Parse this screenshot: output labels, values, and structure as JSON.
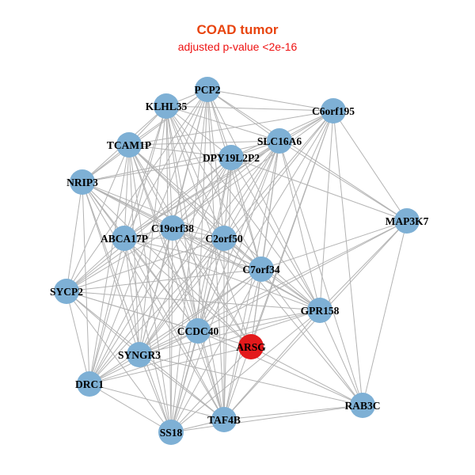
{
  "title": "COAD tumor",
  "subtitle": "adjusted p-value <2e-16",
  "colors": {
    "title": "#e8440f",
    "subtitle": "#ee1111",
    "node_default": "#7eb0d5",
    "node_highlight": "#e31a1c",
    "edge": "#b3b3b3",
    "label": "#000000"
  },
  "highlight_node": "ARSG",
  "nodes": [
    {
      "id": "PCP2"
    },
    {
      "id": "KLHL35"
    },
    {
      "id": "C6orf195"
    },
    {
      "id": "TCAM1P"
    },
    {
      "id": "SLC16A6"
    },
    {
      "id": "DPY19L2P2"
    },
    {
      "id": "NRIP3"
    },
    {
      "id": "MAP3K7"
    },
    {
      "id": "C19orf38"
    },
    {
      "id": "ABCA17P"
    },
    {
      "id": "C2orf50"
    },
    {
      "id": "C7orf34"
    },
    {
      "id": "SYCP2"
    },
    {
      "id": "GPR158"
    },
    {
      "id": "CCDC40"
    },
    {
      "id": "ARSG"
    },
    {
      "id": "SYNGR3"
    },
    {
      "id": "DRC1"
    },
    {
      "id": "RAB3C"
    },
    {
      "id": "TAF4B"
    },
    {
      "id": "SS18"
    }
  ],
  "edges": [
    [
      "PCP2",
      "KLHL35"
    ],
    [
      "PCP2",
      "C6orf195"
    ],
    [
      "PCP2",
      "SLC16A6"
    ],
    [
      "PCP2",
      "DPY19L2P2"
    ],
    [
      "PCP2",
      "TCAM1P"
    ],
    [
      "PCP2",
      "NRIP3"
    ],
    [
      "PCP2",
      "C19orf38"
    ],
    [
      "PCP2",
      "ABCA17P"
    ],
    [
      "PCP2",
      "C2orf50"
    ],
    [
      "PCP2",
      "C7orf34"
    ],
    [
      "PCP2",
      "CCDC40"
    ],
    [
      "PCP2",
      "SYNGR3"
    ],
    [
      "PCP2",
      "SS18"
    ],
    [
      "PCP2",
      "TAF4B"
    ],
    [
      "PCP2",
      "GPR158"
    ],
    [
      "PCP2",
      "MAP3K7"
    ],
    [
      "PCP2",
      "SYCP2"
    ],
    [
      "PCP2",
      "DRC1"
    ],
    [
      "KLHL35",
      "TCAM1P"
    ],
    [
      "KLHL35",
      "NRIP3"
    ],
    [
      "KLHL35",
      "SLC16A6"
    ],
    [
      "KLHL35",
      "DPY19L2P2"
    ],
    [
      "KLHL35",
      "C19orf38"
    ],
    [
      "KLHL35",
      "ABCA17P"
    ],
    [
      "KLHL35",
      "C2orf50"
    ],
    [
      "KLHL35",
      "C7orf34"
    ],
    [
      "KLHL35",
      "CCDC40"
    ],
    [
      "KLHL35",
      "SYNGR3"
    ],
    [
      "KLHL35",
      "SS18"
    ],
    [
      "KLHL35",
      "TAF4B"
    ],
    [
      "KLHL35",
      "ARSG"
    ],
    [
      "KLHL35",
      "GPR158"
    ],
    [
      "KLHL35",
      "C6orf195"
    ],
    [
      "KLHL35",
      "DRC1"
    ],
    [
      "C6orf195",
      "SLC16A6"
    ],
    [
      "C6orf195",
      "DPY19L2P2"
    ],
    [
      "C6orf195",
      "MAP3K7"
    ],
    [
      "C6orf195",
      "GPR158"
    ],
    [
      "C6orf195",
      "RAB3C"
    ],
    [
      "C6orf195",
      "C7orf34"
    ],
    [
      "C6orf195",
      "C2orf50"
    ],
    [
      "C6orf195",
      "C19orf38"
    ],
    [
      "C6orf195",
      "ABCA17P"
    ],
    [
      "C6orf195",
      "CCDC40"
    ],
    [
      "C6orf195",
      "ARSG"
    ],
    [
      "C6orf195",
      "TCAM1P"
    ],
    [
      "C6orf195",
      "SYNGR3"
    ],
    [
      "C6orf195",
      "TAF4B"
    ],
    [
      "TCAM1P",
      "NRIP3"
    ],
    [
      "TCAM1P",
      "DPY19L2P2"
    ],
    [
      "TCAM1P",
      "SLC16A6"
    ],
    [
      "TCAM1P",
      "C19orf38"
    ],
    [
      "TCAM1P",
      "ABCA17P"
    ],
    [
      "TCAM1P",
      "C2orf50"
    ],
    [
      "TCAM1P",
      "C7orf34"
    ],
    [
      "TCAM1P",
      "CCDC40"
    ],
    [
      "TCAM1P",
      "SYNGR3"
    ],
    [
      "TCAM1P",
      "SS18"
    ],
    [
      "TCAM1P",
      "TAF4B"
    ],
    [
      "TCAM1P",
      "GPR158"
    ],
    [
      "TCAM1P",
      "SYCP2"
    ],
    [
      "TCAM1P",
      "DRC1"
    ],
    [
      "TCAM1P",
      "ARSG"
    ],
    [
      "SLC16A6",
      "DPY19L2P2"
    ],
    [
      "SLC16A6",
      "NRIP3"
    ],
    [
      "SLC16A6",
      "C19orf38"
    ],
    [
      "SLC16A6",
      "ABCA17P"
    ],
    [
      "SLC16A6",
      "C2orf50"
    ],
    [
      "SLC16A6",
      "C7orf34"
    ],
    [
      "SLC16A6",
      "GPR158"
    ],
    [
      "SLC16A6",
      "MAP3K7"
    ],
    [
      "SLC16A6",
      "CCDC40"
    ],
    [
      "SLC16A6",
      "ARSG"
    ],
    [
      "SLC16A6",
      "SYNGR3"
    ],
    [
      "SLC16A6",
      "SYCP2"
    ],
    [
      "SLC16A6",
      "TAF4B"
    ],
    [
      "SLC16A6",
      "RAB3C"
    ],
    [
      "SLC16A6",
      "DRC1"
    ],
    [
      "SLC16A6",
      "SS18"
    ],
    [
      "DPY19L2P2",
      "NRIP3"
    ],
    [
      "DPY19L2P2",
      "C19orf38"
    ],
    [
      "DPY19L2P2",
      "ABCA17P"
    ],
    [
      "DPY19L2P2",
      "C2orf50"
    ],
    [
      "DPY19L2P2",
      "C7orf34"
    ],
    [
      "DPY19L2P2",
      "CCDC40"
    ],
    [
      "DPY19L2P2",
      "SYNGR3"
    ],
    [
      "DPY19L2P2",
      "SYCP2"
    ],
    [
      "DPY19L2P2",
      "DRC1"
    ],
    [
      "DPY19L2P2",
      "SS18"
    ],
    [
      "DPY19L2P2",
      "TAF4B"
    ],
    [
      "DPY19L2P2",
      "GPR158"
    ],
    [
      "DPY19L2P2",
      "MAP3K7"
    ],
    [
      "NRIP3",
      "C19orf38"
    ],
    [
      "NRIP3",
      "ABCA17P"
    ],
    [
      "NRIP3",
      "C2orf50"
    ],
    [
      "NRIP3",
      "C7orf34"
    ],
    [
      "NRIP3",
      "SYCP2"
    ],
    [
      "NRIP3",
      "DRC1"
    ],
    [
      "NRIP3",
      "SYNGR3"
    ],
    [
      "NRIP3",
      "CCDC40"
    ],
    [
      "NRIP3",
      "SS18"
    ],
    [
      "NRIP3",
      "TAF4B"
    ],
    [
      "NRIP3",
      "ARSG"
    ],
    [
      "NRIP3",
      "GPR158"
    ],
    [
      "MAP3K7",
      "GPR158"
    ],
    [
      "MAP3K7",
      "RAB3C"
    ],
    [
      "MAP3K7",
      "C7orf34"
    ],
    [
      "MAP3K7",
      "SYNGR3"
    ],
    [
      "MAP3K7",
      "CCDC40"
    ],
    [
      "MAP3K7",
      "TAF4B"
    ],
    [
      "C19orf38",
      "ABCA17P"
    ],
    [
      "C19orf38",
      "C2orf50"
    ],
    [
      "C19orf38",
      "C7orf34"
    ],
    [
      "C19orf38",
      "CCDC40"
    ],
    [
      "C19orf38",
      "SYNGR3"
    ],
    [
      "C19orf38",
      "SS18"
    ],
    [
      "C19orf38",
      "TAF4B"
    ],
    [
      "C19orf38",
      "SYCP2"
    ],
    [
      "C19orf38",
      "DRC1"
    ],
    [
      "C19orf38",
      "GPR158"
    ],
    [
      "C19orf38",
      "ARSG"
    ],
    [
      "ABCA17P",
      "C2orf50"
    ],
    [
      "ABCA17P",
      "C7orf34"
    ],
    [
      "ABCA17P",
      "SYCP2"
    ],
    [
      "ABCA17P",
      "DRC1"
    ],
    [
      "ABCA17P",
      "SYNGR3"
    ],
    [
      "ABCA17P",
      "CCDC40"
    ],
    [
      "ABCA17P",
      "SS18"
    ],
    [
      "ABCA17P",
      "TAF4B"
    ],
    [
      "ABCA17P",
      "GPR158"
    ],
    [
      "ABCA17P",
      "ARSG"
    ],
    [
      "C2orf50",
      "C7orf34"
    ],
    [
      "C2orf50",
      "CCDC40"
    ],
    [
      "C2orf50",
      "SYNGR3"
    ],
    [
      "C2orf50",
      "SS18"
    ],
    [
      "C2orf50",
      "TAF4B"
    ],
    [
      "C2orf50",
      "GPR158"
    ],
    [
      "C2orf50",
      "SYCP2"
    ],
    [
      "C2orf50",
      "DRC1"
    ],
    [
      "C2orf50",
      "RAB3C"
    ],
    [
      "C7orf34",
      "SYCP2"
    ],
    [
      "C7orf34",
      "GPR158"
    ],
    [
      "C7orf34",
      "CCDC40"
    ],
    [
      "C7orf34",
      "SYNGR3"
    ],
    [
      "C7orf34",
      "DRC1"
    ],
    [
      "C7orf34",
      "SS18"
    ],
    [
      "C7orf34",
      "TAF4B"
    ],
    [
      "C7orf34",
      "RAB3C"
    ],
    [
      "C7orf34",
      "ARSG"
    ],
    [
      "SYCP2",
      "DRC1"
    ],
    [
      "SYCP2",
      "SYNGR3"
    ],
    [
      "SYCP2",
      "CCDC40"
    ],
    [
      "SYCP2",
      "SS18"
    ],
    [
      "SYCP2",
      "TAF4B"
    ],
    [
      "SYCP2",
      "GPR158"
    ],
    [
      "SYCP2",
      "ARSG"
    ],
    [
      "GPR158",
      "RAB3C"
    ],
    [
      "GPR158",
      "CCDC40"
    ],
    [
      "GPR158",
      "SYNGR3"
    ],
    [
      "GPR158",
      "DRC1"
    ],
    [
      "GPR158",
      "TAF4B"
    ],
    [
      "GPR158",
      "SS18"
    ],
    [
      "CCDC40",
      "SYNGR3"
    ],
    [
      "CCDC40",
      "DRC1"
    ],
    [
      "CCDC40",
      "SS18"
    ],
    [
      "CCDC40",
      "TAF4B"
    ],
    [
      "CCDC40",
      "RAB3C"
    ],
    [
      "ARSG",
      "RAB3C"
    ],
    [
      "ARSG",
      "SS18"
    ],
    [
      "ARSG",
      "DRC1"
    ],
    [
      "SYNGR3",
      "DRC1"
    ],
    [
      "SYNGR3",
      "SS18"
    ],
    [
      "SYNGR3",
      "TAF4B"
    ],
    [
      "SYNGR3",
      "RAB3C"
    ],
    [
      "DRC1",
      "SS18"
    ],
    [
      "DRC1",
      "TAF4B"
    ],
    [
      "RAB3C",
      "TAF4B"
    ],
    [
      "RAB3C",
      "SS18"
    ],
    [
      "TAF4B",
      "SS18"
    ]
  ]
}
